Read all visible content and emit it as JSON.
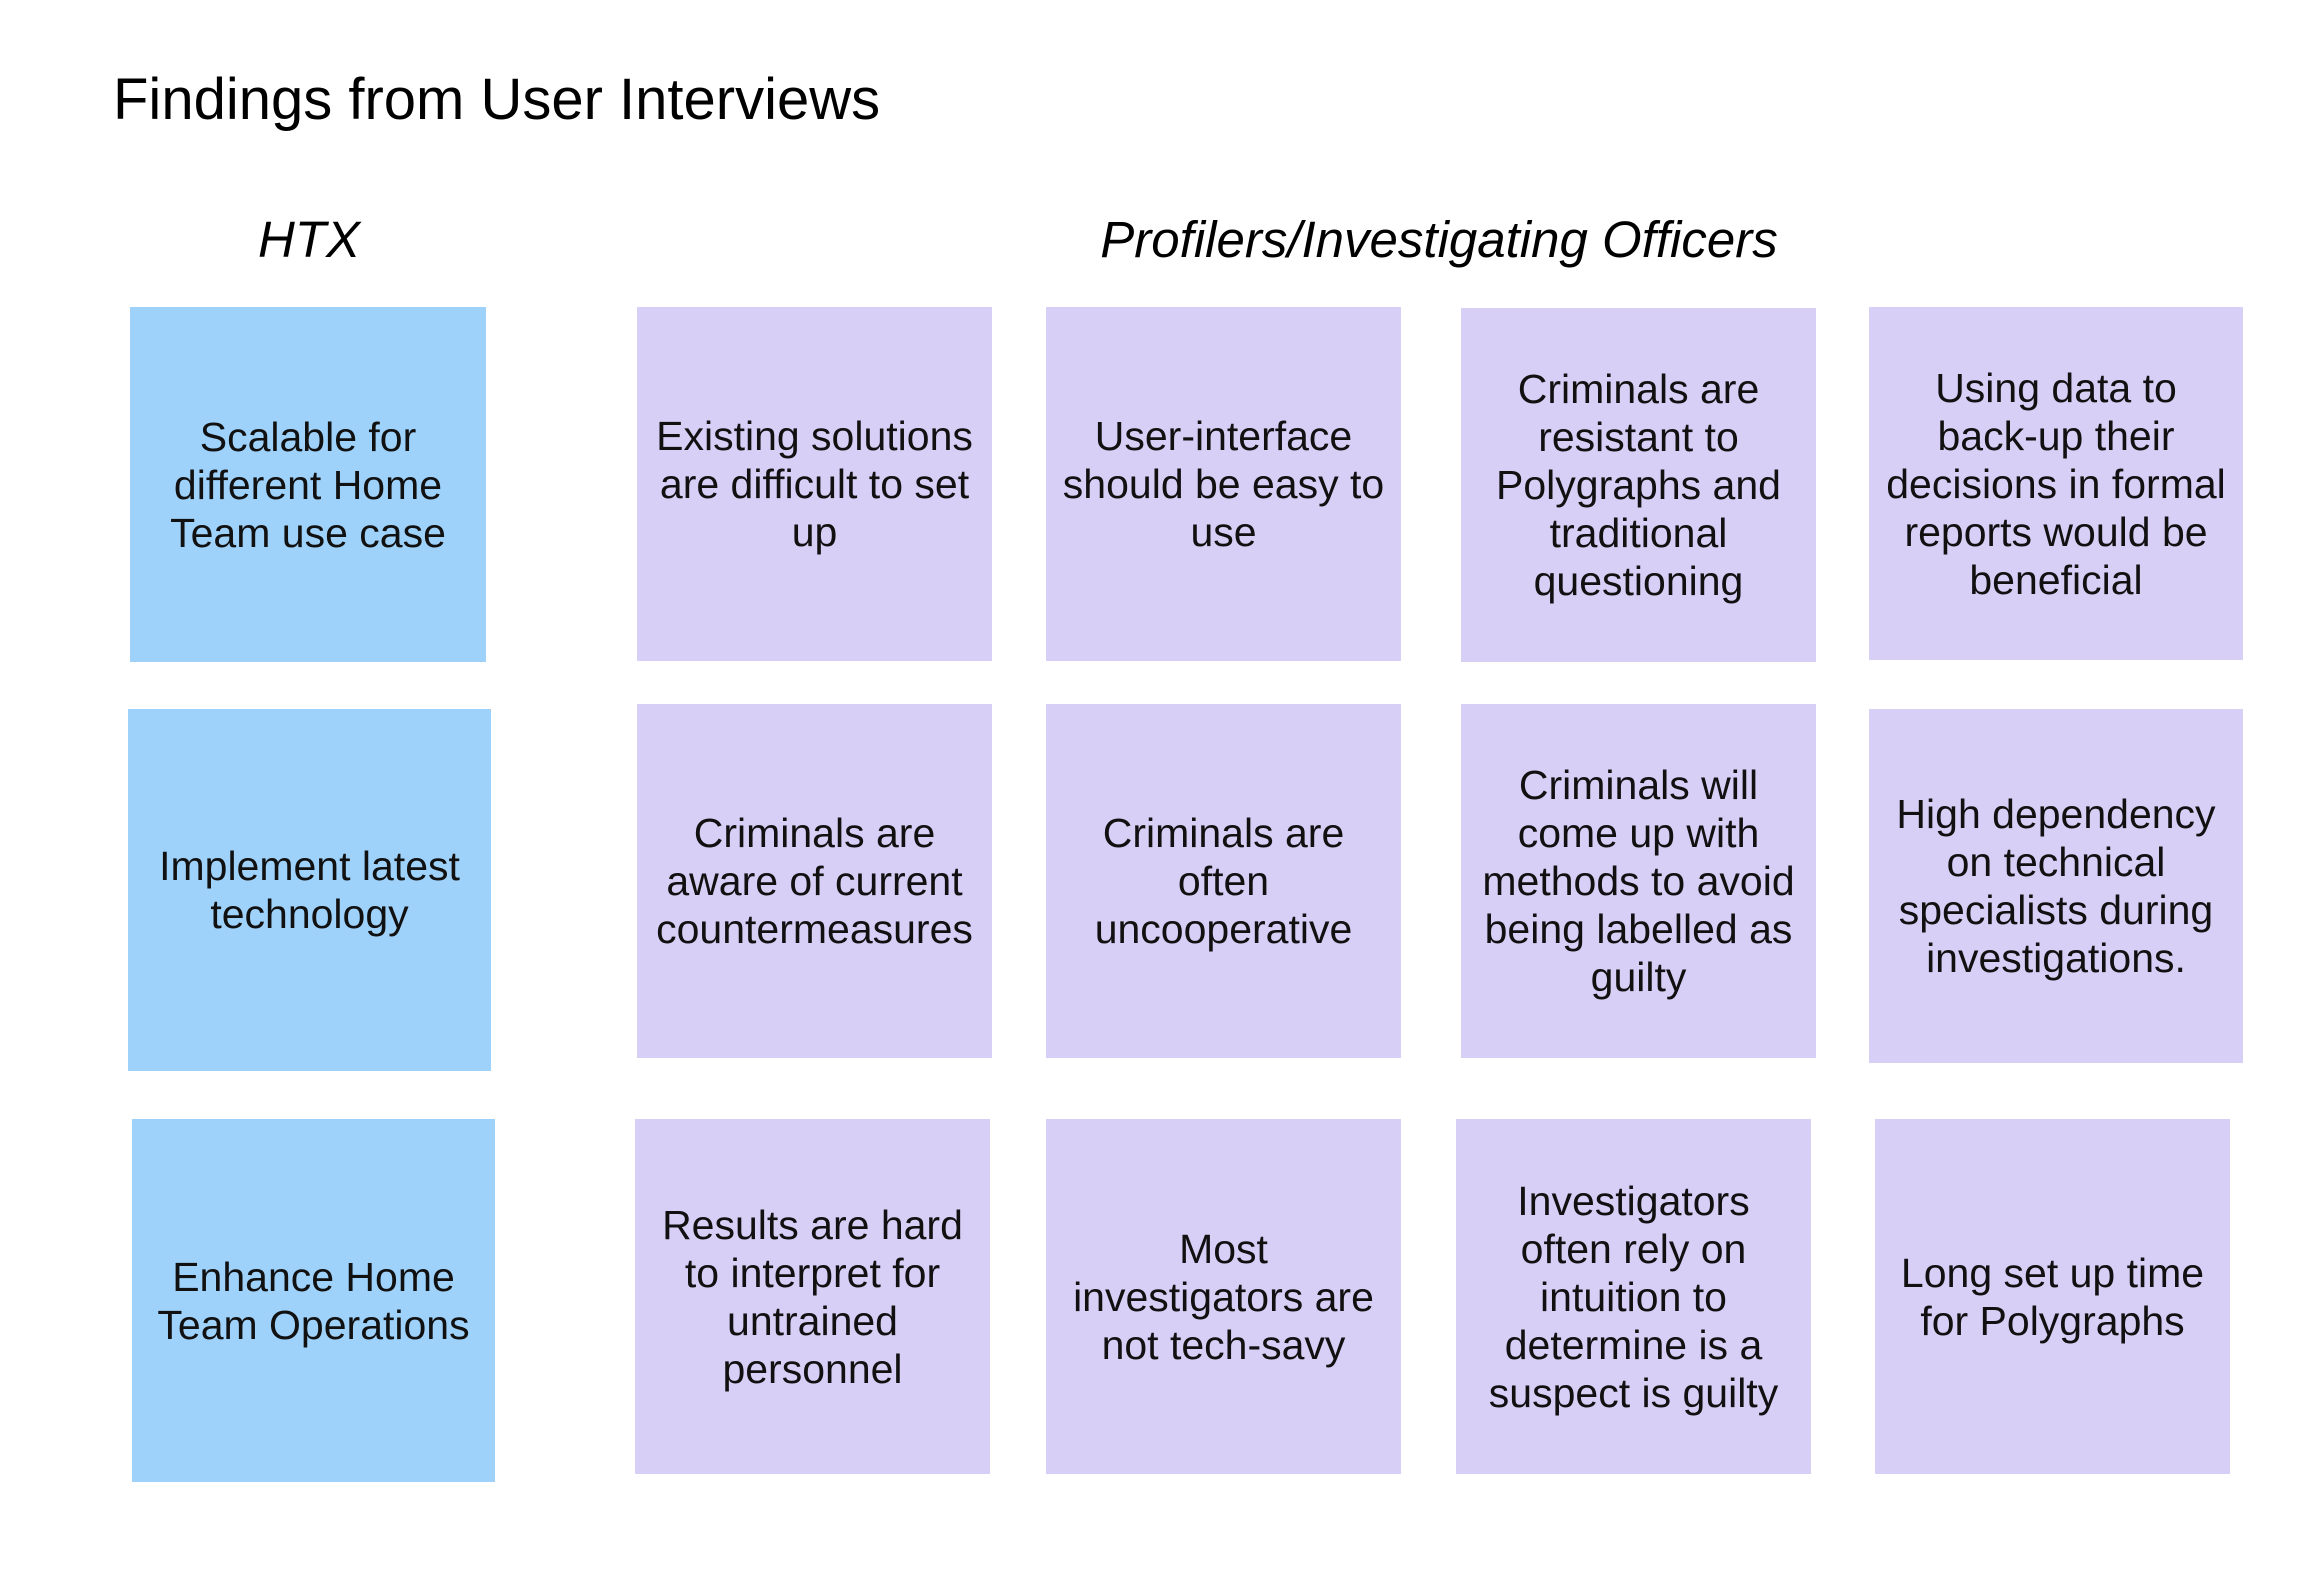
{
  "title": "Findings from User Interviews",
  "groups": {
    "htx": "HTX",
    "profilers": "Profilers/Investigating Officers"
  },
  "colors": {
    "htx_note": "#9fd2fb",
    "profiler_note": "#d8cff6"
  },
  "htx_notes": [
    "Scalable for different  Home Team use case",
    "Implement latest technology",
    "Enhance Home Team Operations"
  ],
  "profiler_notes": [
    "Existing solutions are difficult to set up",
    "User-interface should be easy to use",
    "Criminals are resistant to Polygraphs and traditional questioning",
    "Using data to back-up their decisions in formal reports would be beneficial",
    "Criminals are aware of current countermeasures",
    "Criminals are often uncooperative",
    "Criminals will come up with methods to avoid being labelled as guilty",
    "High dependency on technical specialists during investigations.",
    "Results are hard to interpret for untrained personnel",
    "Most investigators are not tech-savy",
    "Investigators often rely on intuition to determine is a suspect is guilty",
    "Long set up time for Polygraphs"
  ]
}
